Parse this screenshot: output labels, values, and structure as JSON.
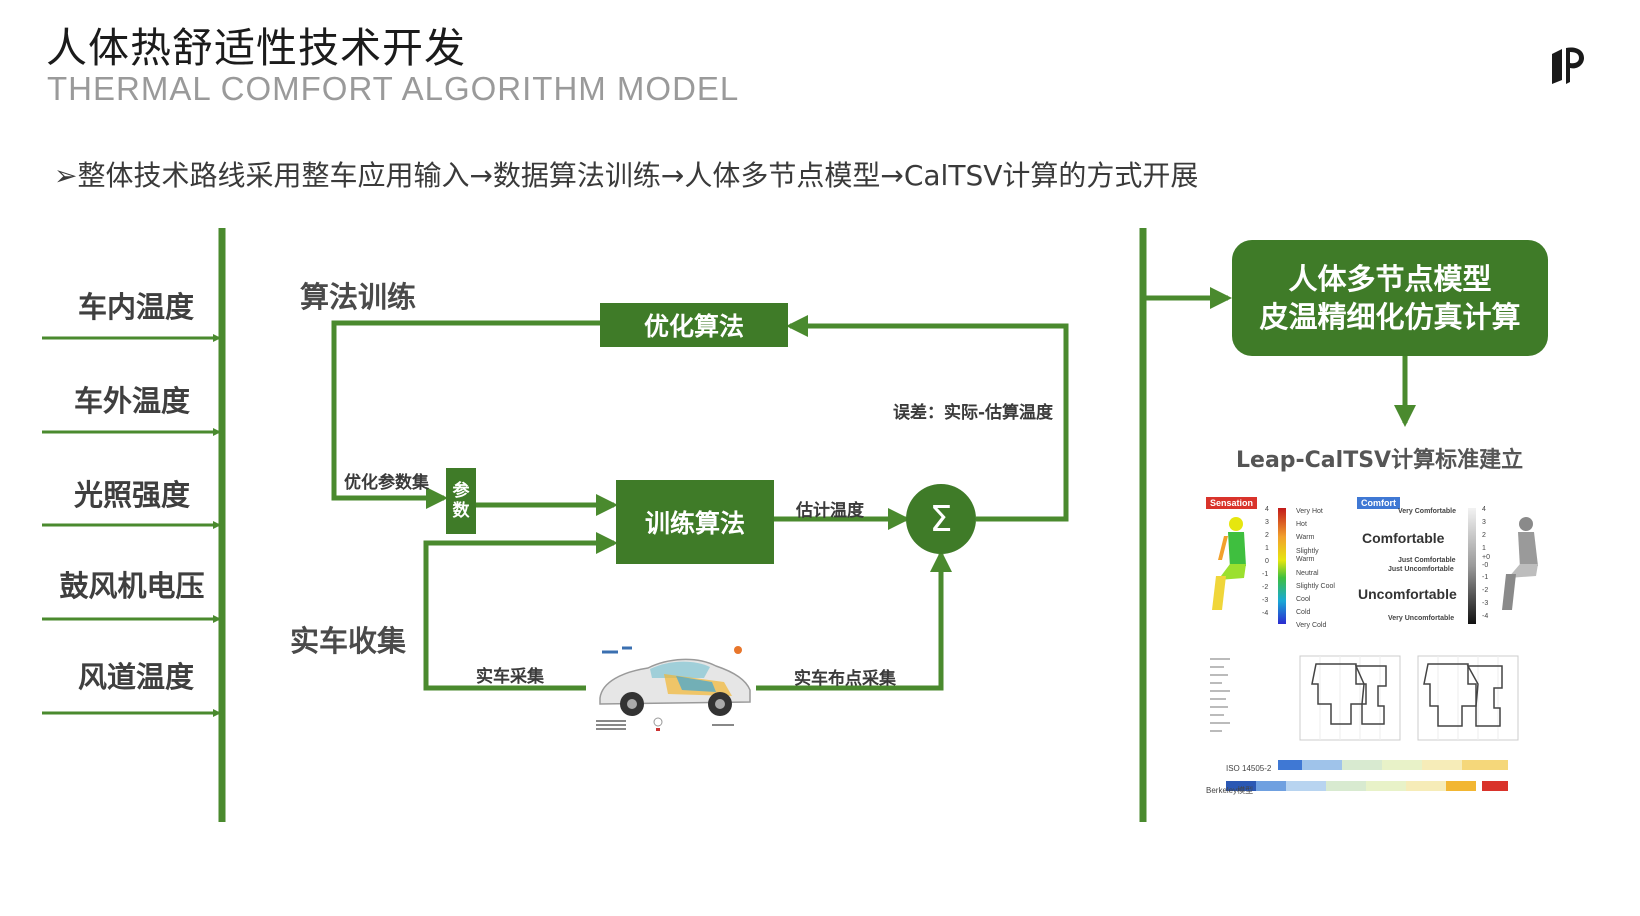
{
  "header": {
    "title_cn": "人体热舒适性技术开发",
    "title_en": "THERMAL COMFORT ALGORITHM MODEL",
    "subtitle": "➢整体技术路线采用整车应用输入→数据算法训练→人体多节点模型→CalTSV计算的方式开展"
  },
  "inputs": [
    "车内温度",
    "车外温度",
    "光照强度",
    "鼓风机电压",
    "风道温度"
  ],
  "flow": {
    "section_training": "算法训练",
    "section_collection": "实车收集",
    "optimize_box": "优化算法",
    "train_box": "训练算法",
    "param_box": "参数",
    "sigma": "Σ",
    "label_optimize_params": "优化参数集",
    "label_error": "误差：实际-估算温度",
    "label_estimated_temp": "估计温度",
    "label_vehicle_sampling": "实车采集",
    "label_vehicle_points": "实车布点采集"
  },
  "right_panel": {
    "model_box_line1": "人体多节点模型",
    "model_box_line2": "皮温精细化仿真计算",
    "caltsv_title": "Leap-CalTSV计算标准建立",
    "sensation_tag": "Sensation",
    "comfort_tag": "Comfort",
    "sensation_scale": [
      "Very Hot",
      "Hot",
      "Warm",
      "Slightly Warm",
      "Neutral",
      "Slightly Cool",
      "Cool",
      "Cold",
      "Very Cold"
    ],
    "sensation_numbers": [
      "4",
      "3",
      "2",
      "1",
      "0",
      "-1",
      "-2",
      "-3",
      "-4"
    ],
    "comfort_scale": [
      "Very Comfortable",
      "Comfortable",
      "Just Comfortable",
      "Just Uncomfortable",
      "Uncomfortable",
      "Very Uncomfortable"
    ],
    "comfort_numbers": [
      "4",
      "3",
      "2",
      "1",
      "+0",
      "-0",
      "-1",
      "-2",
      "-3",
      "-4"
    ],
    "row_iso": "ISO 14505-2",
    "row_berkeley": "Berkeley模型"
  },
  "colors": {
    "accent_green": "#3f7b28",
    "line_green": "#4a8a2e",
    "sensation_tag": "#d9332b",
    "comfort_tag": "#3f78d4"
  },
  "icons": [
    "logo-icon",
    "car-icon",
    "seated-human-heatmap-icon",
    "seated-human-gray-icon"
  ]
}
